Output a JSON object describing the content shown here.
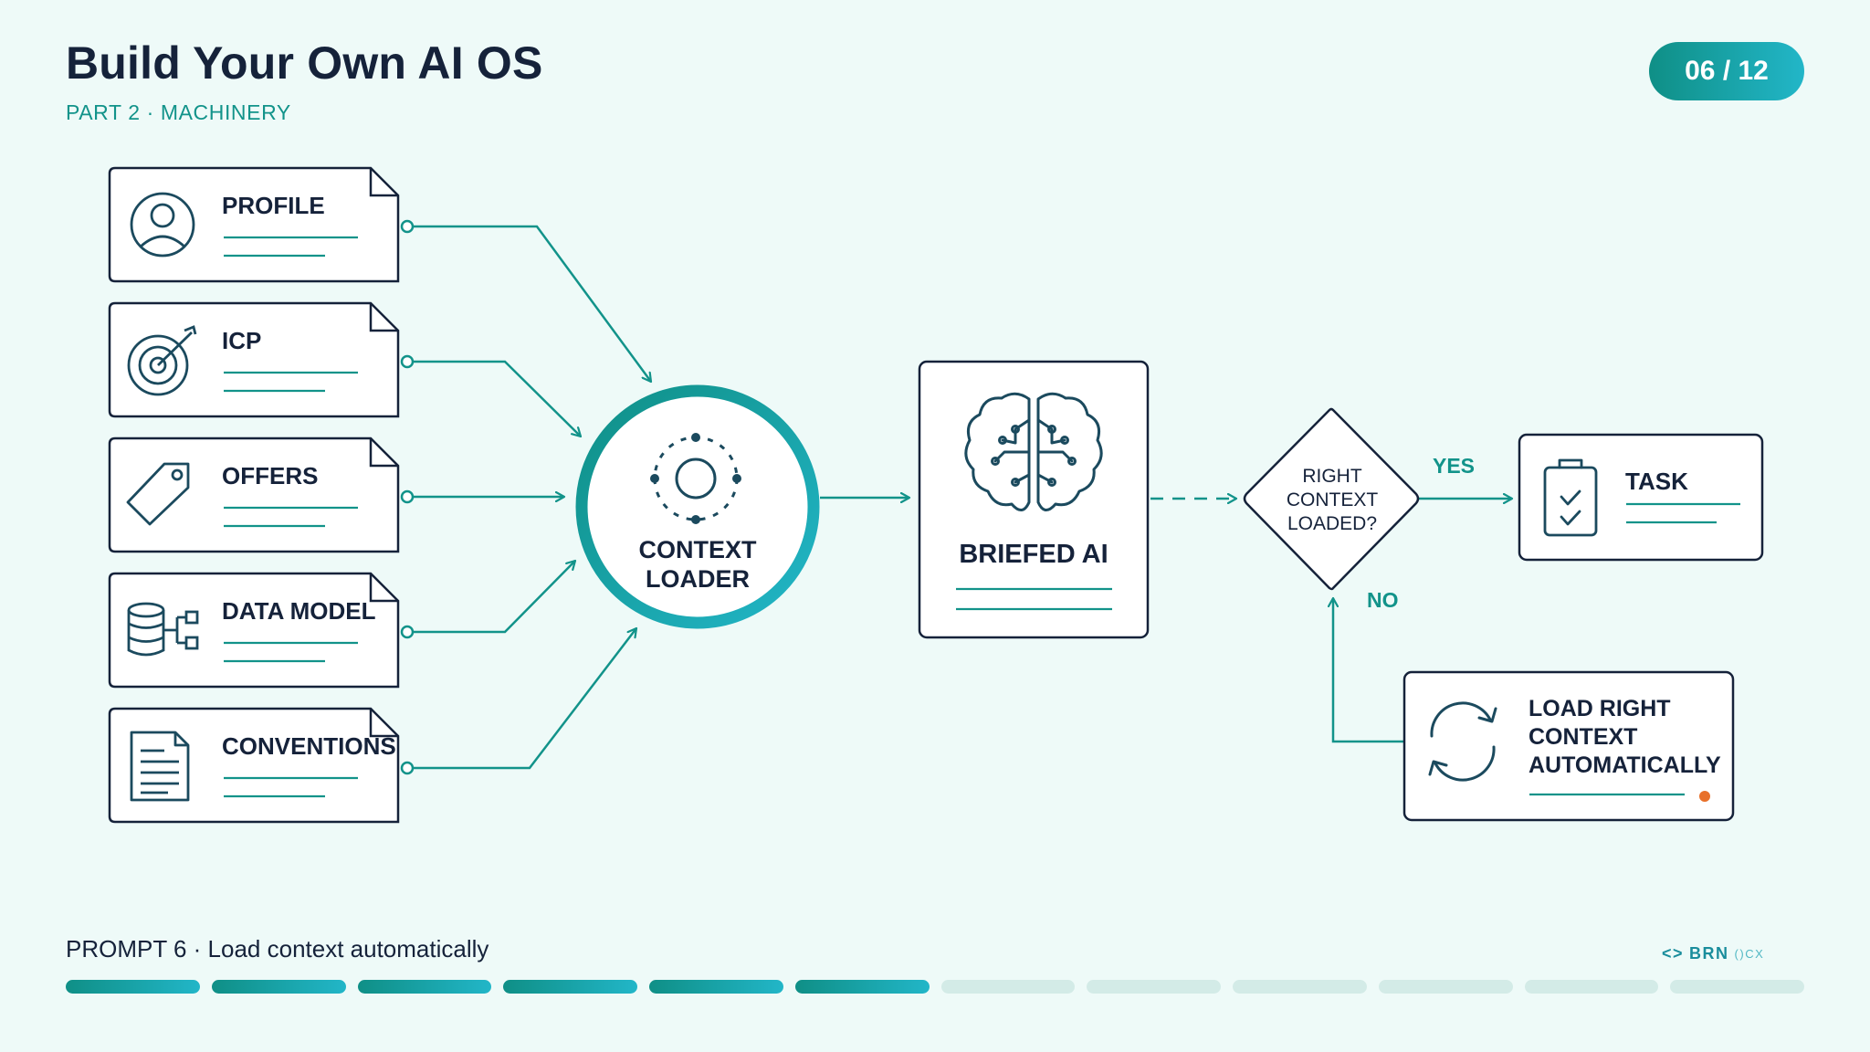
{
  "header": {
    "title": "Build Your Own AI OS",
    "subtitle": "PART 2 · MACHINERY",
    "page_indicator": "06 / 12"
  },
  "sources": [
    {
      "label": "PROFILE",
      "icon": "user-profile-icon"
    },
    {
      "label": "ICP",
      "icon": "target-icon"
    },
    {
      "label": "OFFERS",
      "icon": "price-tag-icon"
    },
    {
      "label": "DATA MODEL",
      "icon": "database-icon"
    },
    {
      "label": "CONVENTIONS",
      "icon": "document-icon"
    }
  ],
  "loader": {
    "line1": "CONTEXT",
    "line2": "LOADER",
    "icon": "orbit-icon"
  },
  "briefed": {
    "label": "BRIEFED AI",
    "icon": "brain-circuit-icon"
  },
  "decision": {
    "line1": "RIGHT",
    "line2": "CONTEXT",
    "line3": "LOADED?"
  },
  "edges": {
    "yes": "YES",
    "no": "NO"
  },
  "task": {
    "label": "TASK",
    "icon": "clipboard-check-icon"
  },
  "fallback": {
    "line1": "LOAD RIGHT",
    "line2": "CONTEXT",
    "line3": "AUTOMATICALLY",
    "icon": "refresh-cycle-icon"
  },
  "footer": {
    "prompt_label": "PROMPT 6 · Load context automatically",
    "brand": "BRN",
    "brand_suffix": "()CX"
  },
  "progress": {
    "completed": 6,
    "total": 12
  },
  "colors": {
    "accent_teal": "#12938a",
    "accent_cyan": "#22b6c8",
    "ink": "#15223a",
    "background": "#eefaf8",
    "alert_dot": "#e8702a"
  }
}
